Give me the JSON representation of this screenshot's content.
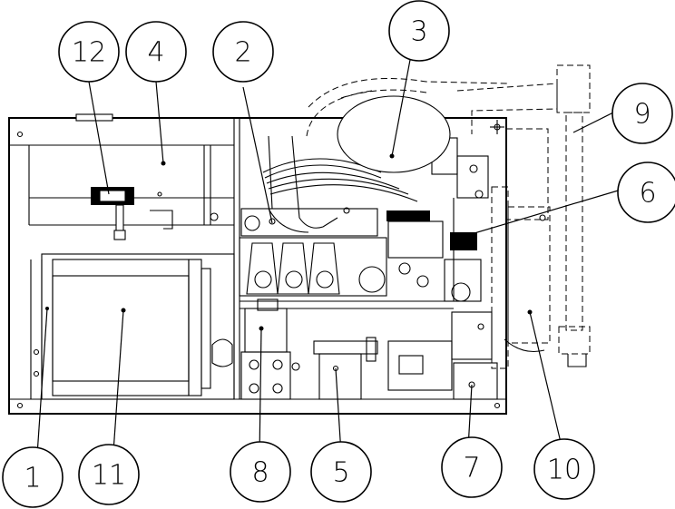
{
  "callouts": [
    {
      "id": "callout-12",
      "label": "12"
    },
    {
      "id": "callout-4",
      "label": "4"
    },
    {
      "id": "callout-2",
      "label": "2"
    },
    {
      "id": "callout-3",
      "label": "3"
    },
    {
      "id": "callout-9",
      "label": "9"
    },
    {
      "id": "callout-6",
      "label": "6"
    },
    {
      "id": "callout-1",
      "label": "1"
    },
    {
      "id": "callout-11",
      "label": "11"
    },
    {
      "id": "callout-8",
      "label": "8"
    },
    {
      "id": "callout-5",
      "label": "5"
    },
    {
      "id": "callout-7",
      "label": "7"
    },
    {
      "id": "callout-10",
      "label": "10"
    }
  ],
  "colors": {
    "line": "#000000",
    "background": "#ffffff"
  }
}
